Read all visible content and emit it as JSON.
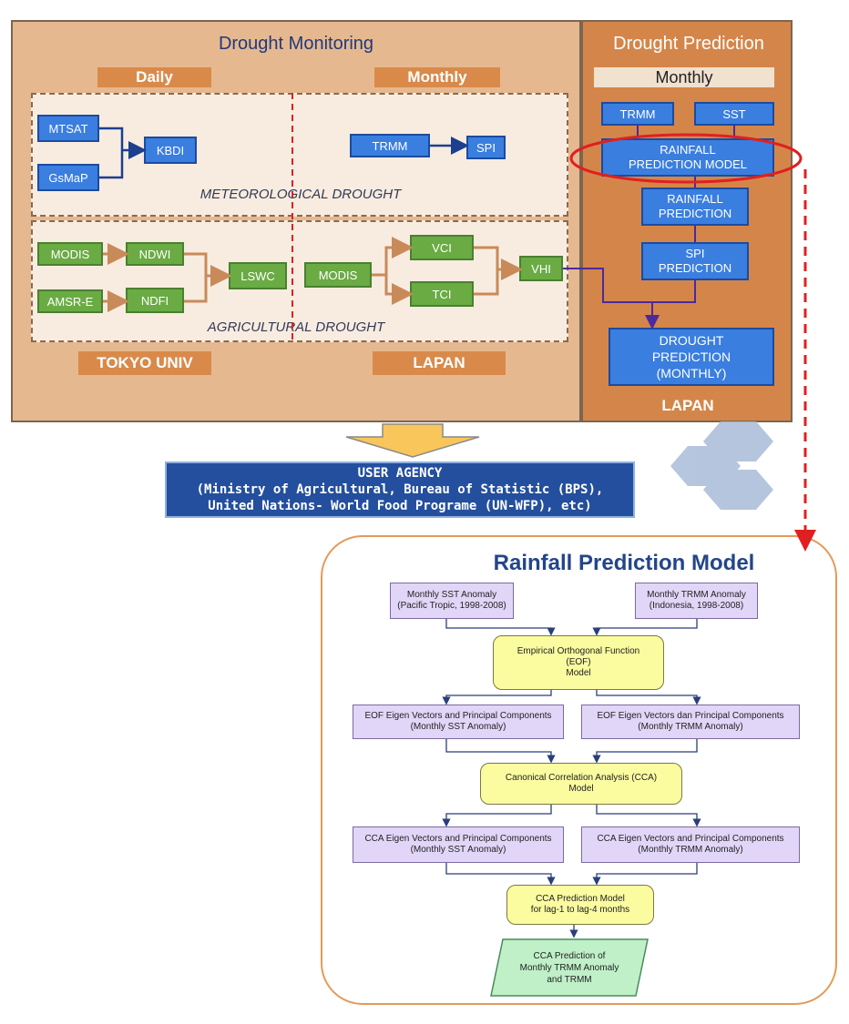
{
  "monitoring": {
    "title": "Drought Monitoring",
    "tab_daily": "Daily",
    "tab_monthly": "Monthly",
    "meteo": {
      "mtsat": "MTSAT",
      "gsmap": "GsMaP",
      "kbdi": "KBDI",
      "trmm": "TRMM",
      "spi": "SPI",
      "label": "METEOROLOGICAL DROUGHT"
    },
    "agri": {
      "modis_left": "MODIS",
      "ndwi": "NDWI",
      "amsre": "AMSR-E",
      "ndfi": "NDFI",
      "lswc": "LSWC",
      "modis_right": "MODIS",
      "vci": "VCI",
      "tci": "TCI",
      "vhi": "VHI",
      "label": "AGRICULTURAL DROUGHT"
    },
    "footer_tokyo": "TOKYO UNIV",
    "footer_lapan": "LAPAN"
  },
  "prediction": {
    "title": "Drought Prediction",
    "tab_monthly": "Monthly",
    "trmm": "TRMM",
    "sst": "SST",
    "rain_model_1": "RAINFALL",
    "rain_model_2": "PREDICTION MODEL",
    "rain_pred_1": "RAINFALL",
    "rain_pred_2": "PREDICTION",
    "spi_pred_1": "SPI",
    "spi_pred_2": "PREDICTION",
    "drought_1": "DROUGHT",
    "drought_2": "PREDICTION",
    "drought_3": "(MONTHLY)",
    "footer": "LAPAN"
  },
  "user_agency": {
    "line1": "USER AGENCY",
    "line2": "(Ministry of Agricultural, Bureau of Statistic (BPS),",
    "line3": "United Nations- World Food Programe (UN-WFP), etc)"
  },
  "rpm": {
    "title": "Rainfall Prediction Model",
    "sst_anom_1": "Monthly SST Anomaly",
    "sst_anom_2": "(Pacific Tropic, 1998-2008)",
    "trmm_anom_1": "Monthly TRMM Anomaly",
    "trmm_anom_2": "(Indonesia, 1998-2008)",
    "eof_1": "Empirical Orthogonal Function",
    "eof_2": "(EOF)",
    "eof_3": "Model",
    "eof_sst_1": "EOF Eigen Vectors and Principal Components",
    "eof_sst_2": "(Monthly SST Anomaly)",
    "eof_trmm_1": "EOF Eigen Vectors dan Principal Components",
    "eof_trmm_2": "(Monthly TRMM Anomaly)",
    "cca_1": "Canonical Correlation Analysis (CCA)",
    "cca_2": "Model",
    "cca_sst_1": "CCA Eigen Vectors and Principal Components",
    "cca_sst_2": "(Monthly SST Anomaly)",
    "cca_trmm_1": "CCA Eigen Vectors and Principal Components",
    "cca_trmm_2": "(Monthly TRMM Anomaly)",
    "ccap_1": "CCA Prediction Model",
    "ccap_2": "for lag-1 to lag-4 months",
    "out_1": "CCA Prediction of",
    "out_2": "Monthly TRMM Anomaly",
    "out_3": "and TRMM"
  },
  "colors": {
    "panel_monitoring": "#e6b88f",
    "panel_prediction": "#d4864a",
    "node_blue": "#3a7ee0",
    "node_green": "#6aab44",
    "accent_red": "#e02020",
    "user_agency": "#244f9e"
  }
}
